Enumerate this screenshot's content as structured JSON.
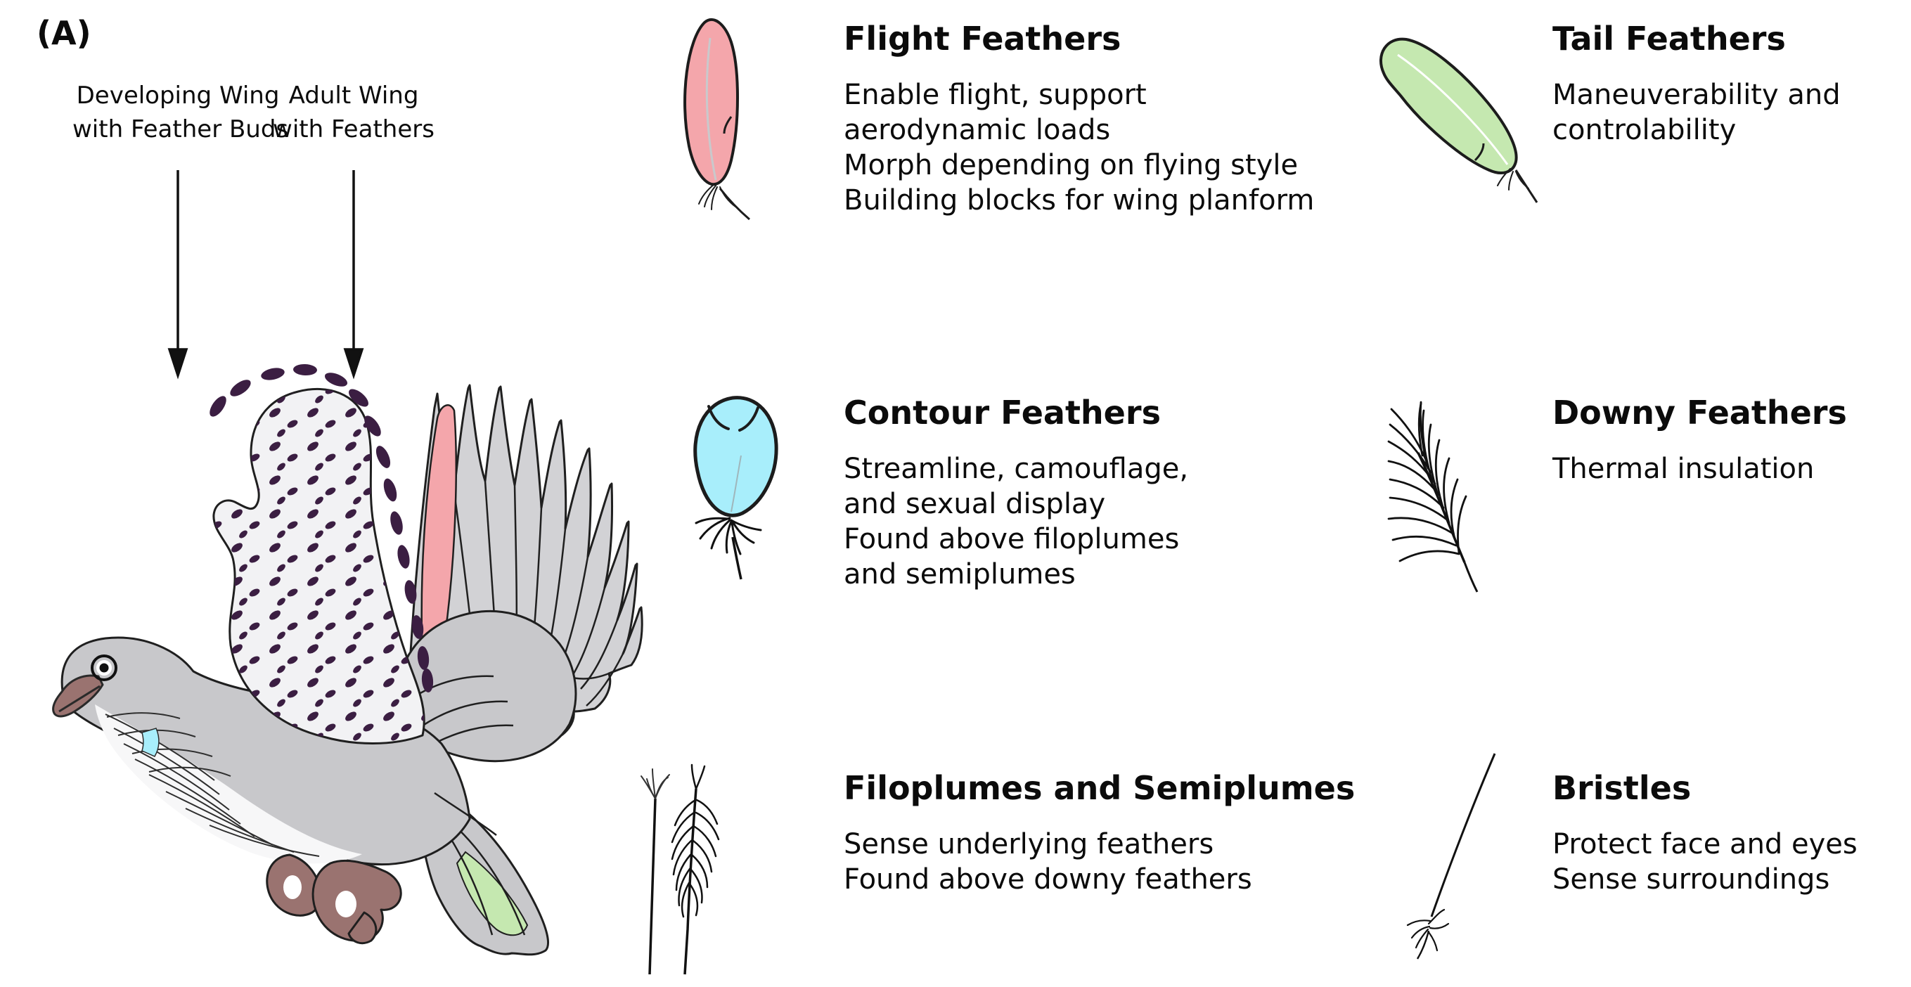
{
  "panel_label": "(A)",
  "bird": {
    "name": "Pigeon in flight illustration",
    "wing_labels": {
      "developing": {
        "line1": "Developing Wing",
        "line2": "with Feather Buds"
      },
      "adult": {
        "line1": "Adult Wing",
        "line2": "with Feathers"
      }
    }
  },
  "sections": [
    {
      "id": "flight-feathers",
      "icon": "flight-feather-icon",
      "title": "Flight Feathers",
      "lines": [
        "Enable flight, support",
        "aerodynamic loads",
        "Morph depending on flying style",
        "Building blocks for wing planform"
      ]
    },
    {
      "id": "tail-feathers",
      "icon": "tail-feather-icon",
      "title": "Tail Feathers",
      "lines": [
        "Maneuverability and",
        "controlability"
      ]
    },
    {
      "id": "contour-feathers",
      "icon": "contour-feather-icon",
      "title": "Contour Feathers",
      "lines": [
        "Streamline, camouflage,",
        "and sexual display",
        "Found above filoplumes",
        "and semiplumes"
      ]
    },
    {
      "id": "downy-feathers",
      "icon": "downy-feather-icon",
      "title": "Downy Feathers",
      "lines": [
        "Thermal insulation"
      ]
    },
    {
      "id": "filoplumes-and-semiplumes",
      "icon": "filoplume-semiplume-icon",
      "title": "Filoplumes and Semiplumes",
      "lines": [
        "Sense underlying feathers",
        "Found above downy feathers"
      ]
    },
    {
      "id": "bristles",
      "icon": "bristle-icon",
      "title": "Bristles",
      "lines": [
        "Protect face and eyes",
        "Sense surroundings"
      ]
    }
  ],
  "colors": {
    "flight_feather_pink": "#F4A6AB",
    "tail_feather_green": "#C5E8B0",
    "contour_feather_cyan": "#A8EEFB",
    "body_gray": "#C8C8CB",
    "wing_gray": "#D2D2D5",
    "feather_bud_purple": "#3B1E42",
    "beak_feet_brown": "#9A7370",
    "text_black": "#0B0B0B",
    "background": "#FFFFFF"
  }
}
